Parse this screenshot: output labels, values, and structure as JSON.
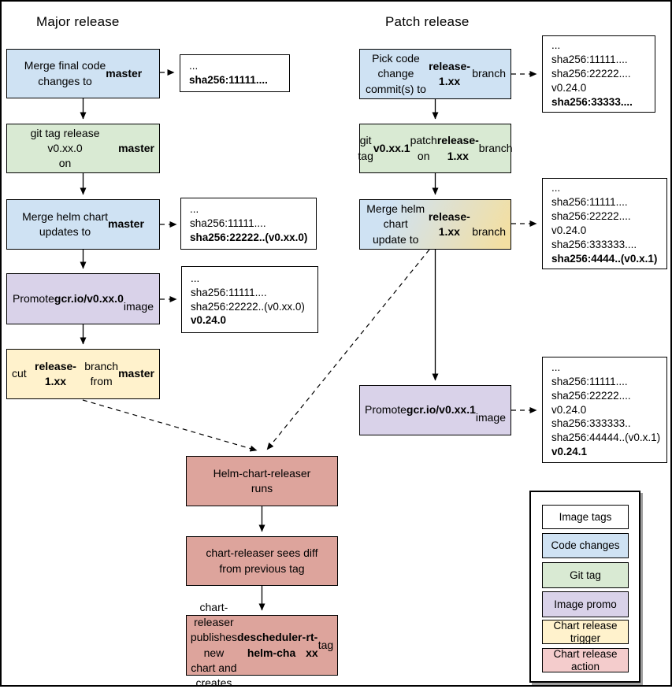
{
  "colors": {
    "blue": "#cfe2f3",
    "green": "#d9ead3",
    "purple": "#d9d2e9",
    "yellow": "#fff2cc",
    "salmon": "#dda49c",
    "pink": "#f4cccc",
    "gradend": "#f3dfa2"
  },
  "titles": {
    "major": "Major release",
    "patch": "Patch release"
  },
  "major": {
    "steps": [
      [
        [
          {
            "t": "Merge final code"
          }
        ],
        [
          {
            "t": "changes to "
          },
          {
            "t": "master",
            "b": true
          }
        ]
      ],
      [
        [
          {
            "t": "git tag release v0.xx.0"
          }
        ],
        [
          {
            "t": "on "
          },
          {
            "t": "master",
            "b": true
          }
        ]
      ],
      [
        [
          {
            "t": "Merge helm chart"
          }
        ],
        [
          {
            "t": "updates to "
          },
          {
            "t": "master",
            "b": true
          }
        ]
      ],
      [
        [
          {
            "t": "Promote "
          },
          {
            "t": "gcr.io/v0.xx.0",
            "b": true
          }
        ],
        [
          {
            "t": "image"
          }
        ]
      ],
      [
        [
          {
            "t": "cut "
          },
          {
            "t": "release-1.xx",
            "b": true
          },
          {
            "t": " branch"
          }
        ],
        [
          {
            "t": "from "
          },
          {
            "t": "master",
            "b": true
          }
        ]
      ]
    ],
    "annotations": [
      [
        [
          {
            "t": "..."
          }
        ],
        [
          {
            "t": "sha256:11111....",
            "b": true
          }
        ]
      ],
      [
        [
          {
            "t": "..."
          }
        ],
        [
          {
            "t": "sha256:11111...."
          }
        ],
        [
          {
            "t": "sha256:22222..(v0.xx.0)",
            "b": true
          }
        ]
      ],
      [
        [
          {
            "t": "..."
          }
        ],
        [
          {
            "t": "sha256:11111...."
          }
        ],
        [
          {
            "t": "sha256:22222..(v0.xx.0)"
          }
        ],
        [
          {
            "t": "v0.24.0",
            "b": true
          }
        ]
      ]
    ]
  },
  "patch": {
    "steps": [
      [
        [
          {
            "t": "Pick code change"
          }
        ],
        [
          {
            "t": "commit(s) to"
          }
        ],
        [
          {
            "t": "release-1.xx",
            "b": true
          },
          {
            "t": " branch"
          }
        ]
      ],
      [
        [
          {
            "t": "git tag "
          },
          {
            "t": "v0.xx.1",
            "b": true
          },
          {
            "t": " patch on"
          }
        ],
        [
          {
            "t": "release-1.xx",
            "b": true
          },
          {
            "t": " branch"
          }
        ]
      ],
      [
        [
          {
            "t": "Merge helm chart"
          }
        ],
        [
          {
            "t": "update to "
          },
          {
            "t": "release-1.xx",
            "b": true
          }
        ],
        [
          {
            "t": "branch"
          }
        ]
      ],
      [
        [
          {
            "t": "Promote "
          },
          {
            "t": "gcr.io/v0.xx.1",
            "b": true
          }
        ],
        [
          {
            "t": "image"
          }
        ]
      ]
    ],
    "annotations": [
      [
        [
          {
            "t": "..."
          }
        ],
        [
          {
            "t": "sha256:11111...."
          }
        ],
        [
          {
            "t": "sha256:22222...."
          }
        ],
        [
          {
            "t": "v0.24.0"
          }
        ],
        [
          {
            "t": "sha256:33333....",
            "b": true
          }
        ]
      ],
      [
        [
          {
            "t": "..."
          }
        ],
        [
          {
            "t": "sha256:11111...."
          }
        ],
        [
          {
            "t": "sha256:22222...."
          }
        ],
        [
          {
            "t": "v0.24.0"
          }
        ],
        [
          {
            "t": "sha256:333333...."
          }
        ],
        [
          {
            "t": "sha256:4444..(v0.x.1)",
            "b": true
          }
        ]
      ],
      [
        [
          {
            "t": "..."
          }
        ],
        [
          {
            "t": "sha256:11111...."
          }
        ],
        [
          {
            "t": "sha256:22222...."
          }
        ],
        [
          {
            "t": "v0.24.0"
          }
        ],
        [
          {
            "t": "sha256:333333.."
          }
        ],
        [
          {
            "t": "sha256:44444..(v0.x.1)"
          }
        ],
        [
          {
            "t": "v0.24.1",
            "b": true
          }
        ]
      ]
    ]
  },
  "releaser": {
    "steps": [
      [
        [
          {
            "t": "Helm-chart-releaser"
          }
        ],
        [
          {
            "t": "runs"
          }
        ]
      ],
      [
        [
          {
            "t": "chart-releaser sees diff"
          }
        ],
        [
          {
            "t": "from previous tag"
          }
        ]
      ],
      [
        [
          {
            "t": "chart-releaser publishes"
          }
        ],
        [
          {
            "t": "new chart and creates"
          }
        ],
        [
          {
            "t": "descheduler-helm-cha",
            "b": true
          }
        ],
        [
          {
            "t": "rt-xx",
            "b": true
          },
          {
            "t": " tag"
          }
        ]
      ]
    ]
  },
  "legend": {
    "items": [
      {
        "label": "Image tags"
      },
      {
        "label": "Code changes"
      },
      {
        "label": "Git tag"
      },
      {
        "label": "Image promo"
      },
      {
        "label": "Chart release trigger"
      },
      {
        "label": "Chart release action"
      }
    ]
  }
}
